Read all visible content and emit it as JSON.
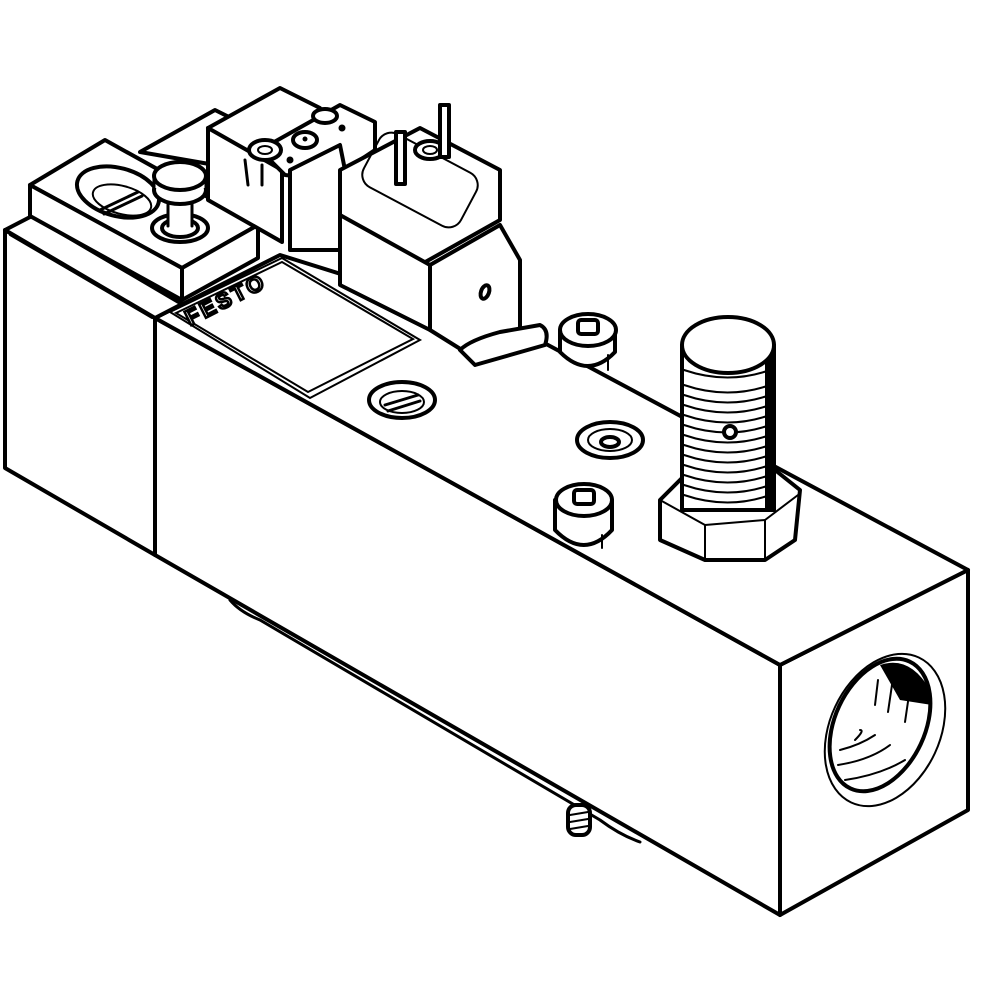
{
  "drawing": {
    "subject": "Pneumatic solenoid valve assembly (isometric line drawing)",
    "brand_logo": "FESTO",
    "line_color": "#000000",
    "background_color": "#ffffff"
  },
  "components": {
    "main_body": {
      "label": "valve body"
    },
    "end_cap": {
      "label": "left end cap"
    },
    "manual_override": {
      "label": "manual override block"
    },
    "pilot_valve": {
      "label": "pilot valve"
    },
    "solenoid_coil": {
      "label": "solenoid coil with pin connector"
    },
    "proximity_sensor": {
      "label": "threaded proximity sensor with hex nut"
    },
    "socket_screws": {
      "label": "socket head cap screws",
      "count": 2
    },
    "port": {
      "label": "threaded pneumatic port"
    },
    "bottom_screw": {
      "label": "bottom mounting screw"
    }
  }
}
